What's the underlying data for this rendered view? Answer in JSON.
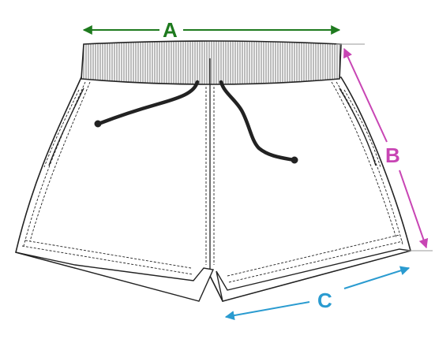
{
  "labels": {
    "waist": "A",
    "length": "B",
    "leg_opening": "C"
  },
  "colors": {
    "waist": "#1e7a1e",
    "length": "#c845b4",
    "leg_opening": "#2a9bd0",
    "outline": "#222222",
    "fabric": "#ffffff"
  },
  "icons": {
    "garment": "shorts-icon",
    "drawstring": "drawstring-icon"
  }
}
